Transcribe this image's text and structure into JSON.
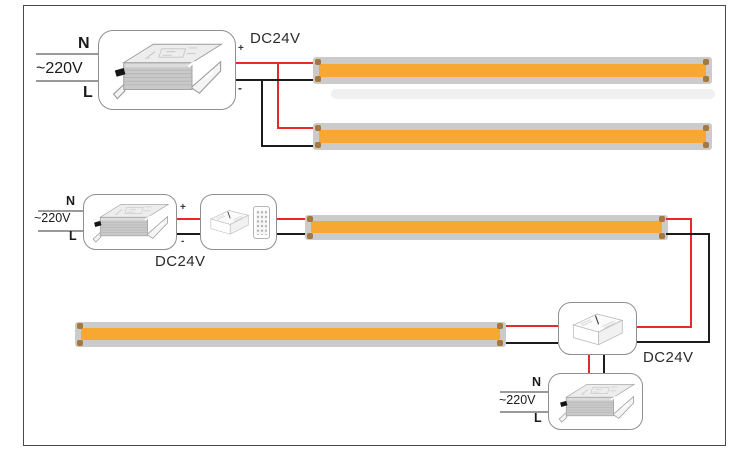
{
  "colors": {
    "positive_wire_red": "#e8282c",
    "negative_wire_black": "#1c1c1c",
    "strip_body_gray": "#cbcbcb",
    "strip_cob_orange": "#f6a832",
    "solder_pad_brown": "#a5783f",
    "mains_line_gray": "#9a9a9a",
    "frame_border_gray": "#4a4a4a"
  },
  "circuit_top": {
    "mains": {
      "neutral": "N",
      "voltage": "~220V",
      "live": "L"
    },
    "output": {
      "plus": "+",
      "minus": "-",
      "label": "DC24V"
    }
  },
  "circuit_middle": {
    "mains": {
      "neutral": "N",
      "voltage": "~220V",
      "live": "L"
    },
    "output": {
      "plus": "+",
      "minus": "-",
      "label": "DC24V"
    }
  },
  "circuit_bottom": {
    "mains": {
      "neutral": "N",
      "voltage": "~220V",
      "live": "L"
    },
    "output": {
      "label": "DC24V"
    }
  }
}
